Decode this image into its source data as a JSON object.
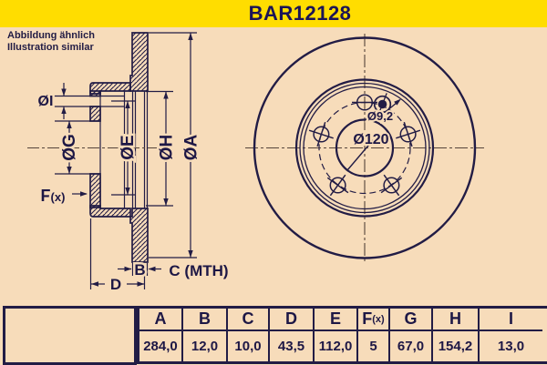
{
  "banner": {
    "title": "BAR12128"
  },
  "note": {
    "line1": "Abbildung ähnlich",
    "line2": "Illustration similar"
  },
  "section_view": {
    "labels": {
      "i": "ØI",
      "g": "ØG",
      "e": "ØE",
      "h": "ØH",
      "a": "ØA",
      "f_main": "F",
      "f_sub": "(x)",
      "b": "B",
      "c": "C (MTH)",
      "d": "D"
    }
  },
  "front_view": {
    "annotations": {
      "bolt_hole_dia": "Ø9,2",
      "center_dia": "Ø120"
    },
    "bolt_count_shown": 5
  },
  "table": {
    "headers": [
      "A",
      "B",
      "C",
      "D",
      "E",
      "F(x)",
      "G",
      "H",
      "I"
    ],
    "fx_main": "F",
    "fx_sub": "(x)",
    "values": [
      "284,0",
      "12,0",
      "10,0",
      "43,5",
      "112,0",
      "5",
      "67,0",
      "154,2",
      "13,0"
    ]
  },
  "colors": {
    "background": "#f7dcba",
    "banner": "#ffdd00",
    "ink": "#221c45",
    "centerline": "#55443a",
    "icon_shade": "#c7ab7c"
  }
}
